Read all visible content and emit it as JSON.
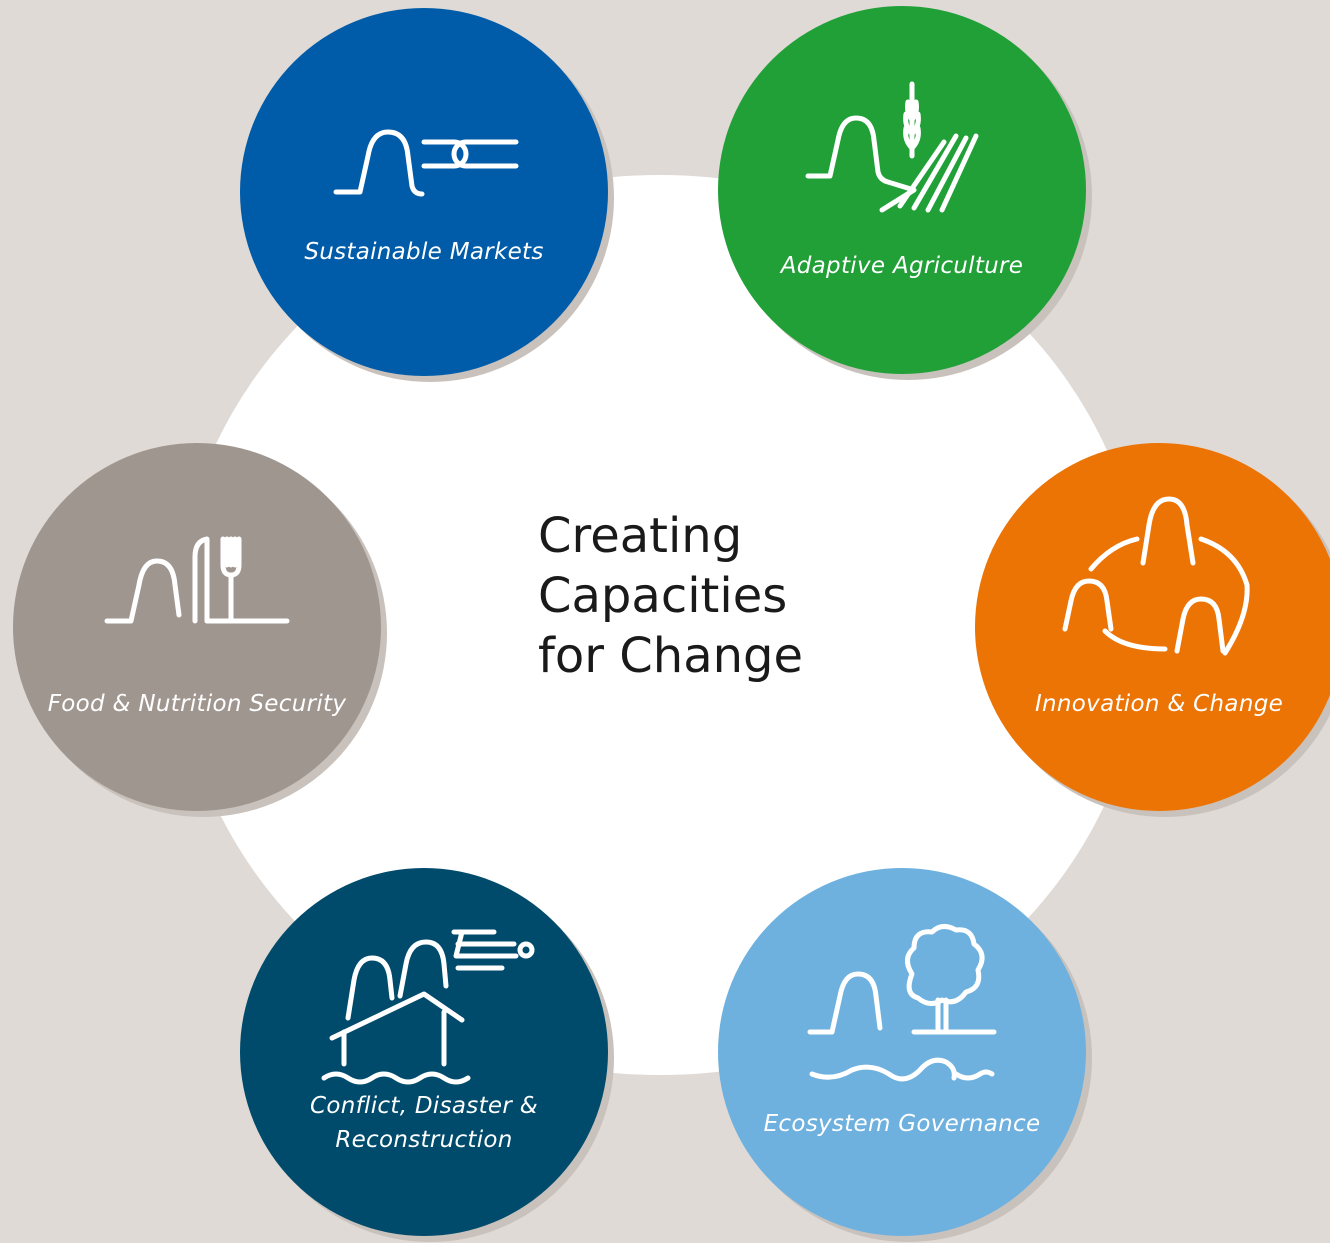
{
  "center": {
    "title_lines": [
      "Creating",
      "Capacities",
      "for Change"
    ]
  },
  "themes": [
    {
      "label": "Sustainable Markets",
      "color": "#005ca8",
      "icon": "person-chain-link-icon"
    },
    {
      "label": "Adaptive Agriculture",
      "color": "#21a038",
      "icon": "person-wheat-field-icon"
    },
    {
      "label": "Food & Nutrition Security",
      "color": "#a09690",
      "icon": "person-knife-fork-icon"
    },
    {
      "label": "Innovation & Change",
      "color": "#ec7405",
      "icon": "people-cycle-icon"
    },
    {
      "label": "Conflict, Disaster &",
      "label_line2": "Reconstruction",
      "color": "#004b6c",
      "icon": "flood-house-helicopter-icon"
    },
    {
      "label": "Ecosystem Governance",
      "color": "#6eb1df",
      "icon": "person-tree-water-icon"
    }
  ]
}
